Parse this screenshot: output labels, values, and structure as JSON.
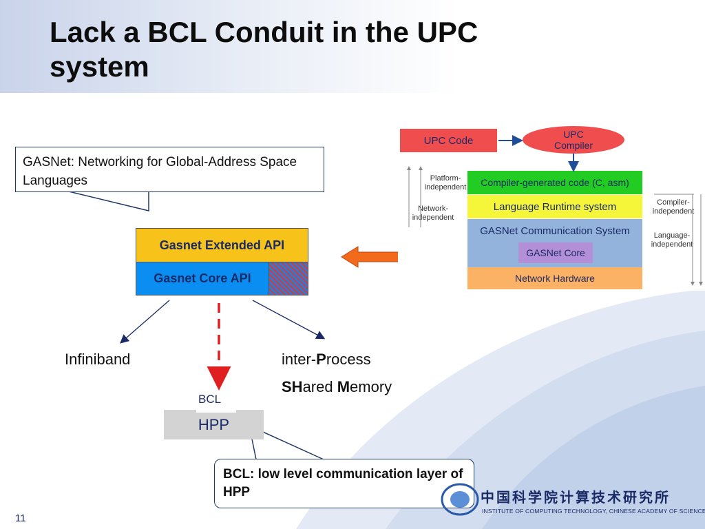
{
  "slide": {
    "title_line1": "Lack a BCL Conduit in the UPC",
    "title_line2": "system",
    "page_number": "11"
  },
  "callouts": {
    "gasnet_def": "GASNet: Networking for Global-Address Space Languages",
    "bcl_def": "BCL: low level communication layer of HPP"
  },
  "api_stack": {
    "extended": "Gasnet Extended API",
    "core": "Gasnet Core API"
  },
  "targets": {
    "infiniband": "Infiniband",
    "ipc_prefix": "inter-",
    "ipc_bold": "P",
    "ipc_rest": "rocess",
    "shm_bold1": "SH",
    "shm_mid": "ared ",
    "shm_bold2": "M",
    "shm_rest": "emory",
    "bcl": "BCL",
    "hpp": "HPP"
  },
  "upc_stack": {
    "upc_code": "UPC Code",
    "upc_compiler_l1": "UPC",
    "upc_compiler_l2": "Compiler",
    "layer_generated": "Compiler-generated code (C, asm)",
    "layer_runtime": "Language Runtime system",
    "layer_gasnet": "GASNet Communication System",
    "layer_gasnet_core": "GASNet Core",
    "layer_hardware": "Network Hardware",
    "side_platform_l1": "Platform-",
    "side_platform_l2": "independent",
    "side_network_l1": "Network-",
    "side_network_l2": "independent",
    "side_compiler_l1": "Compiler-",
    "side_compiler_l2": "independent",
    "side_language_l1": "Language-",
    "side_language_l2": "independent"
  },
  "logo": {
    "cn_name": "中国科学院计算技术研究所",
    "en_name": "INSTITUTE OF COMPUTING TECHNOLOGY, CHINESE ACADEMY OF SCIENCES"
  },
  "colors": {
    "extended_api": "#f7c31b",
    "core_api": "#0b8ef2",
    "bcl_arrow": "#e02020",
    "big_arrow": "#f26a1b"
  }
}
